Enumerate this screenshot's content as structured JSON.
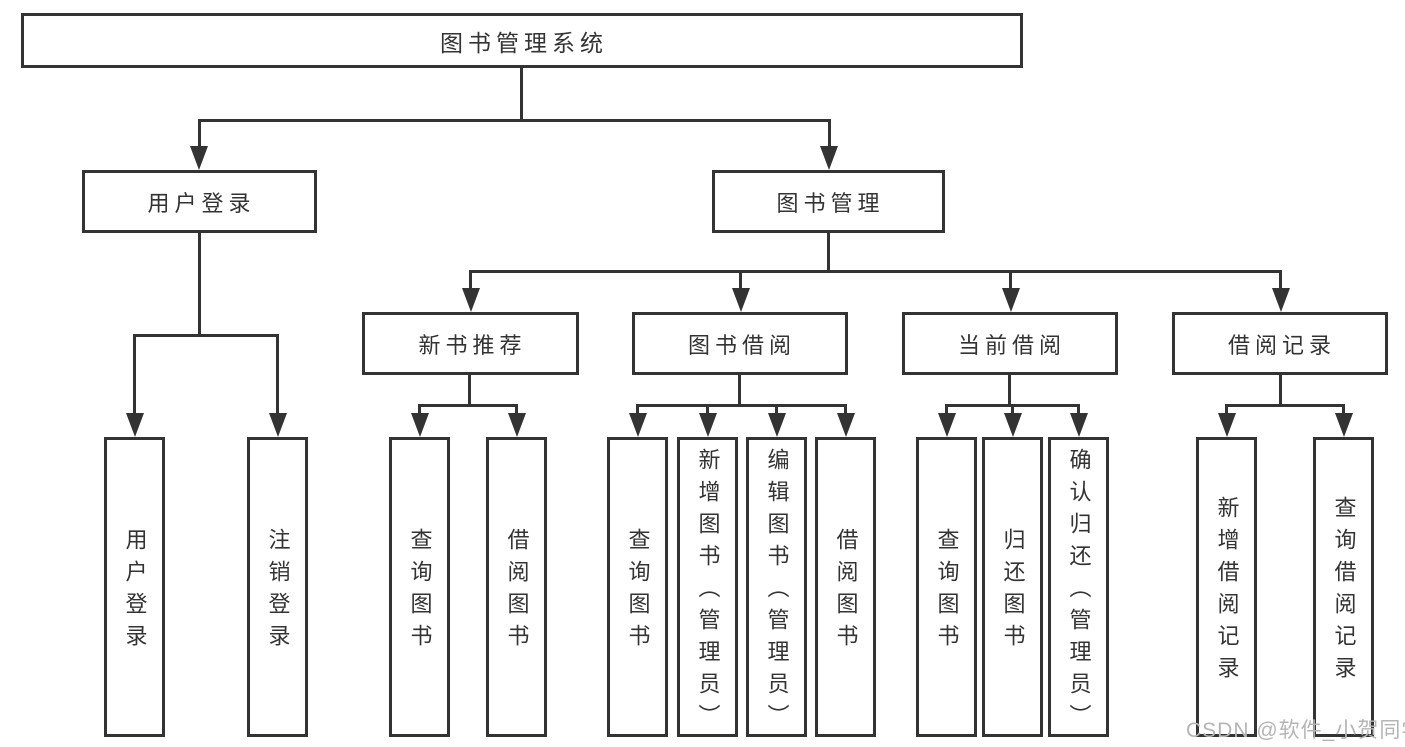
{
  "diagram": {
    "root": {
      "label": "图书管理系统"
    },
    "level2": [
      {
        "label": "用户登录",
        "children": [
          {
            "label": "用户登录"
          },
          {
            "label": "注销登录"
          }
        ]
      },
      {
        "label": "图书管理",
        "children": [
          {
            "label": "新书推荐",
            "children": [
              {
                "label": "查询图书"
              },
              {
                "label": "借阅图书"
              }
            ]
          },
          {
            "label": "图书借阅",
            "children": [
              {
                "label": "查询图书"
              },
              {
                "label": "新增图书（管理员）"
              },
              {
                "label": "编辑图书（管理员）"
              },
              {
                "label": "借阅图书"
              }
            ]
          },
          {
            "label": "当前借阅",
            "children": [
              {
                "label": "查询图书"
              },
              {
                "label": "归还图书"
              },
              {
                "label": "确认归还（管理员）"
              }
            ]
          },
          {
            "label": "借阅记录",
            "children": [
              {
                "label": "新增借阅记录"
              },
              {
                "label": "查询借阅记录"
              }
            ]
          }
        ]
      }
    ]
  },
  "watermark": {
    "text": "CSDN @软件_小贺同学"
  },
  "colors": {
    "line": "#333333",
    "text": "#333333",
    "watermark": "#b5b5b5",
    "background": "#ffffff"
  }
}
